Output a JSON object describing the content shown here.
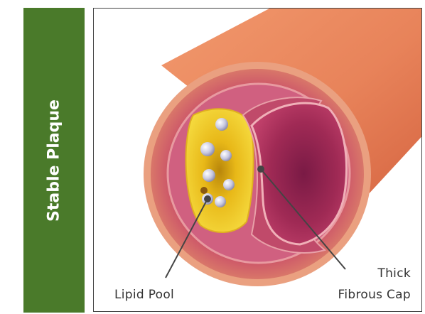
{
  "side_label": "Stable Plaque",
  "labels": {
    "lipid_pool": "Lipid Pool",
    "thick": "Thick",
    "fibrous_cap": "Fibrous Cap"
  },
  "colors": {
    "sidebar": "#4a7a2a",
    "vessel_outer": "#e8835a",
    "vessel_wall": "#c84a68",
    "lumen": "#a02a55",
    "lipid": "#f0c820",
    "label_text": "#333333",
    "pointer": "#444444"
  }
}
